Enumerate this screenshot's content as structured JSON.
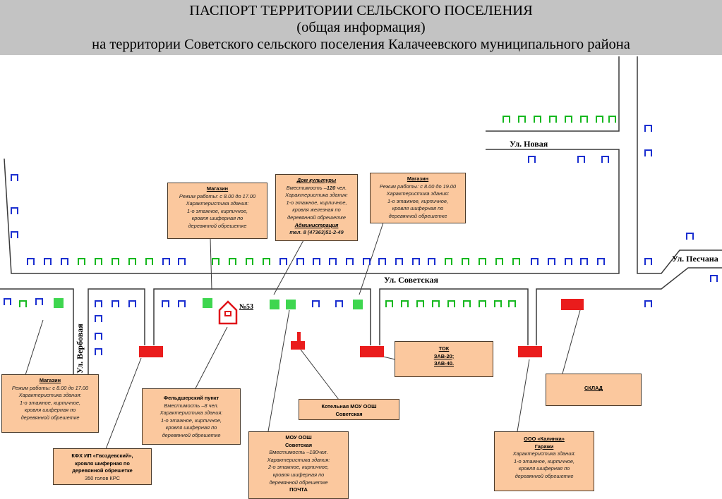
{
  "header": {
    "line1": "ПАСПОРТ ТЕРРИТОРИИ СЕЛЬСКОГО ПОСЕЛЕНИЯ",
    "line2": "(общая информация)",
    "line3": "на территории Советского сельского поселения Калачеевского муниципального района"
  },
  "streets": {
    "novaya": "Ул. Новая",
    "sovetskaya": "Ул. Советская",
    "peschanaya": "Ул. Песчана",
    "verbovaya": "Ул. Вербовая"
  },
  "house_number": "№53",
  "colors": {
    "header_bg": "#c3c3c3",
    "road": "#3a3a3a",
    "house_blue": "#1b2fd0",
    "house_green": "#16b81f",
    "public_building": "#3ed64f",
    "industrial": "#ea1c1c",
    "callout_bg": "#fbc89e"
  },
  "callouts": {
    "shop_top_left": {
      "title": "Магазин",
      "hours": "Режим работы: с 8.00 до 17.00",
      "char": "Характеристика здания:",
      "d1": "1-о этажное, кирпичное,",
      "d2": "кровля шиферная по",
      "d3": "деревянной обрешетке"
    },
    "culture_house": {
      "title": "Дом культуры",
      "capacity_prefix": "Вместимость –",
      "capacity_value": "120",
      "capacity_suffix": " чел.",
      "char": "Характеристика здания:",
      "d1": "1-о этажное, кирпичное,",
      "d2": "кровля железная по",
      "d3": "деревянной обрешетке",
      "admin": "Администрация",
      "phone": "тел. 8 (47363)51-2-49"
    },
    "shop_top_right": {
      "title": "Магазин",
      "hours": "Режим работы: с 8.00 до 19.00",
      "char": "Характеристика здания:",
      "d1": "1-о этажное, кирпичное,",
      "d2": "кровля шиферная по",
      "d3": "деревянной обрешетке"
    },
    "shop_bottom_left": {
      "title": "Магазин",
      "hours": "Режим работы: с 8.00 до 17.00",
      "char": "Характеристика здания:",
      "d1": "1-о этажное, кирпичное,",
      "d2": "кровля шиферная по",
      "d3": "деревянной обрешетке"
    },
    "feldsher": {
      "title": "Фельдшерский пункт",
      "capacity": "Вместимость –8 чел.",
      "char": "Характеристика здания:",
      "d1": "1-о этажное, кирпичное,",
      "d2": "кровля шиферная по",
      "d3": "деревянной обрешетке"
    },
    "kfx": {
      "title": "КФХ ИП «Гвоздевский»,",
      "d1": "кровля шиферная по",
      "d2": "деревянной обрешетке",
      "d3": "350 голов КРС"
    },
    "school": {
      "title1": "МОУ ООШ",
      "title2": "Советская",
      "capacity": "Вместимость –180чел.",
      "char": "Характеристика здания:",
      "d1": "2-о этажное, кирпичное,",
      "d2": "кровля шиферная по",
      "d3": "деревянной обрешетке",
      "mail": "ПОЧТА"
    },
    "boiler": {
      "title1": "Котельная МОУ ООШ",
      "title2": "Советская"
    },
    "tok": {
      "l1": "ТОК",
      "l2": "ЗАВ-20;",
      "l3": "ЗАВ-40."
    },
    "kalinka": {
      "title1": "ООО «Калинка»",
      "title2": "Гаражи",
      "char": "Характеристика здания:",
      "d1": "1-о этажное, кирпичное,",
      "d2": "кровля шиферная по",
      "d3": "деревянной обрешетке"
    },
    "sklad": {
      "title": "СКЛАД"
    }
  }
}
